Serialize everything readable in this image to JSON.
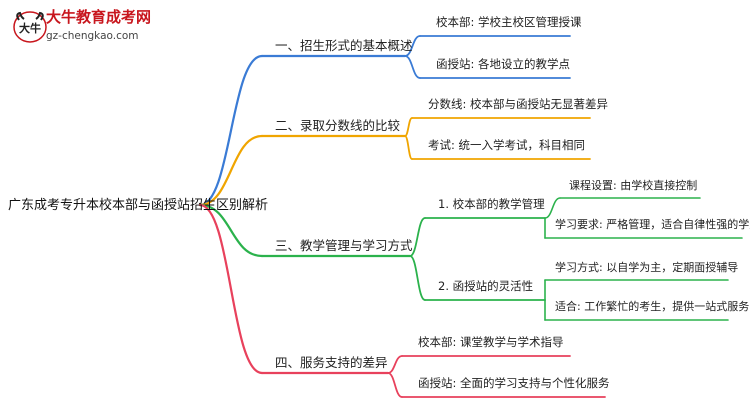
{
  "logo": {
    "title": "大牛教育成考网",
    "url": "gz-chengkao.com",
    "mark_text": "大牛"
  },
  "colors": {
    "blue": "#3a7bd5",
    "orange": "#f0a500",
    "green": "#2bb24c",
    "red": "#e8415c"
  },
  "root": "广东成考专升本校本部与函授站招生区别解析",
  "branches": [
    {
      "label": "一、招生形式的基本概述",
      "color": "blue",
      "children": [
        {
          "label": "校本部: 学校主校区管理授课"
        },
        {
          "label": "函授站: 各地设立的教学点"
        }
      ]
    },
    {
      "label": "二、录取分数线的比较",
      "color": "orange",
      "children": [
        {
          "label": "分数线: 校本部与函授站无显著差异"
        },
        {
          "label": "考试: 统一入学考试，科目相同"
        }
      ]
    },
    {
      "label": "三、教学管理与学习方式",
      "color": "green",
      "children": [
        {
          "label": "1. 校本部的教学管理",
          "children": [
            {
              "label": "课程设置: 由学校直接控制"
            },
            {
              "label": "学习要求: 严格管理，适合自律性强的学生"
            }
          ]
        },
        {
          "label": "2. 函授站的灵活性",
          "children": [
            {
              "label": "学习方式: 以自学为主，定期面授辅导"
            },
            {
              "label": "适合: 工作繁忙的考生，提供一站式服务"
            }
          ]
        }
      ]
    },
    {
      "label": "四、服务支持的差异",
      "color": "red",
      "children": [
        {
          "label": "校本部: 课堂教学与学术指导"
        },
        {
          "label": "函授站: 全面的学习支持与个性化服务"
        }
      ]
    }
  ]
}
